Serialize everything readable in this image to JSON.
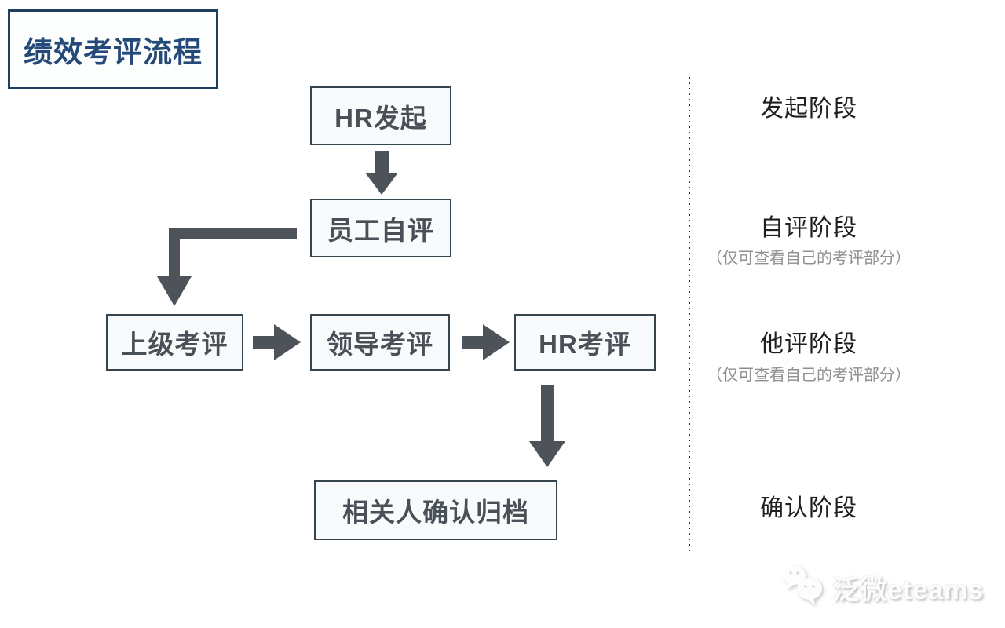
{
  "page": {
    "title": "绩效考评流程"
  },
  "colors": {
    "title_text": "#254a7a",
    "title_border": "#1f3f5e",
    "node_border": "#35444d",
    "node_fill": "#f8fafb",
    "node_text": "#4a5057",
    "arrow": "#4d5359",
    "divider_dot": "#2e2e2e",
    "stage_text": "#1f1f1f",
    "note_text": "#8f8f8f"
  },
  "flow": {
    "nodes": [
      {
        "id": "hr-start",
        "label": "HR发起"
      },
      {
        "id": "self-eval",
        "label": "员工自评"
      },
      {
        "id": "superior-eval",
        "label": "上级考评"
      },
      {
        "id": "leader-eval",
        "label": "领导考评"
      },
      {
        "id": "hr-eval",
        "label": "HR考评"
      },
      {
        "id": "confirm-archive",
        "label": "相关人确认归档"
      }
    ]
  },
  "stages": [
    {
      "label": "发起阶段",
      "note": ""
    },
    {
      "label": "自评阶段",
      "note": "（仅可查看自己的考评部分）"
    },
    {
      "label": "他评阶段",
      "note": "（仅可查看自己的考评部分）"
    },
    {
      "label": "确认阶段",
      "note": ""
    }
  ],
  "watermark": {
    "brand": "泛微eteams"
  }
}
